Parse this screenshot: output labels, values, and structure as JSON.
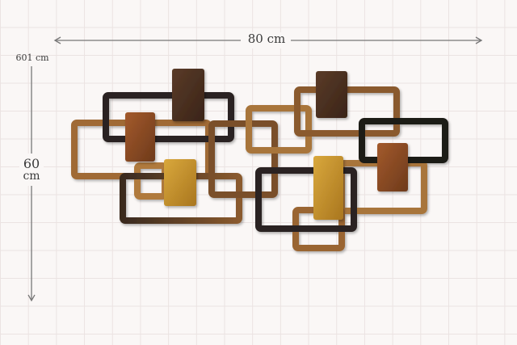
{
  "dimensions": {
    "width_label": "80 cm",
    "height_label_top": "601 cm",
    "height_value": "60",
    "height_unit": "cm"
  },
  "colors": {
    "dark": "#2b2420",
    "medium": "#7a4f2a",
    "light": "#a8743a",
    "gold": "#c8962e",
    "reddish": "#8a4a25",
    "darkbrown": "#4a3022"
  }
}
